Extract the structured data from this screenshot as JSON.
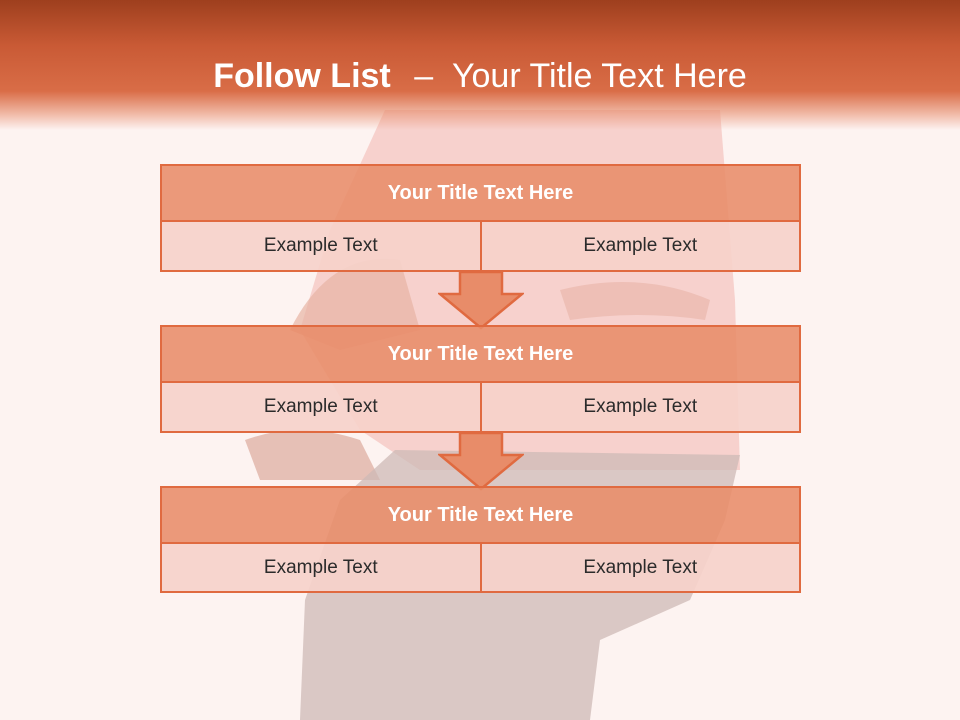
{
  "slide": {
    "title_bold": "Follow List",
    "title_separator": "–",
    "title_rest": "Your Title Text Here"
  },
  "blocks": [
    {
      "title": "Your Title Text Here",
      "left": "Example Text",
      "right": "Example Text"
    },
    {
      "title": "Your Title Text Here",
      "left": "Example Text",
      "right": "Example Text"
    },
    {
      "title": "Your Title Text Here",
      "left": "Example Text",
      "right": "Example Text"
    }
  ],
  "colors": {
    "header_dark": "#9e3f1e",
    "accent": "#e06a40",
    "block_header": "#e88c69",
    "block_cell": "#f6d2ca",
    "background": "#fdf3f1"
  }
}
